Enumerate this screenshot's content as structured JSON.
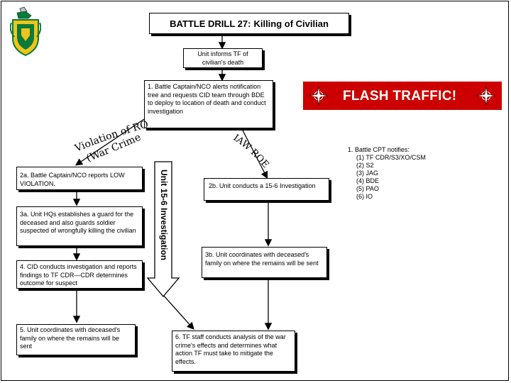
{
  "title": {
    "prefix": "BATTLE DRILL 27:",
    "subtitle": "Killing of Civilian"
  },
  "nodes": {
    "informs": "Unit informs TF of civilian's death",
    "step1": "1. Battle Captain/NCO alerts notification tree and requests CID team through BDE to deploy to location of death and conduct investigation",
    "step2a": "2a. Battle Captain/NCO reports LOW VIOLATION.",
    "step2b": "2b. Unit conducts a 15-6 Investigation",
    "step3a": "3a. Unit HQs establishes a guard for the deceased and also guards soldier suspected of wrongfully killing the civilian",
    "step3b": "3b. Unit coordinates with deceased's family on where the remains will be sent",
    "step4": "4. CID conducts investigation and reports findings to TF CDR—CDR determines outcome for suspect",
    "step5": "5. Unit coordinates with deceased's family on where the remains will be sent",
    "step6": "6. TF staff conducts analysis of the war crime's effects and determines what action TF must take to mitigate the effects."
  },
  "flash": {
    "label": "FLASH TRAFFIC!",
    "bg": "#cc0000",
    "icon": "compass-rose-icon"
  },
  "branches": {
    "left_line1": "Violation of ROE",
    "left_line2": "(War Crime)",
    "right": "IAW ROE"
  },
  "investigation_arrow": "Unit 15-6 Investigation",
  "side_note": {
    "header": "1. Battle CPT notifies:",
    "items": [
      "(1) TF CDR/S3/XO/CSM",
      "(2) S2",
      "(3) JAG",
      "(4) BDE",
      "(5) PAO",
      "(6) IO"
    ]
  },
  "logo": {
    "icon": "regimental-crest-icon",
    "colors": [
      "#0a7a3a",
      "#f0c419"
    ]
  }
}
